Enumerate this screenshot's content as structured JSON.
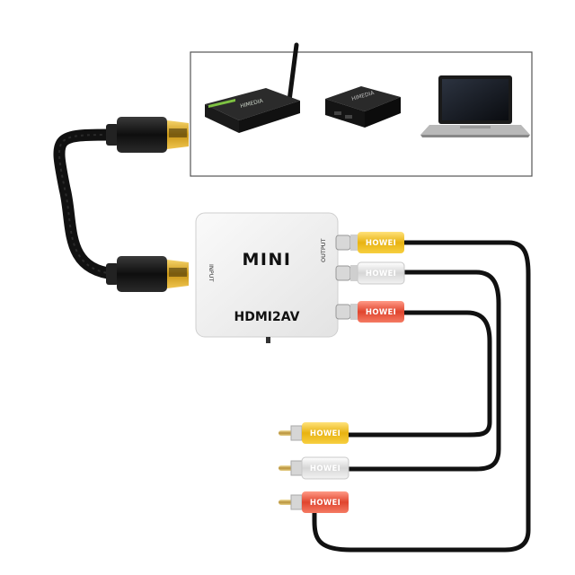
{
  "adapter": {
    "brand_label": "MINI",
    "model_label": "HDMI2AV",
    "input_port_label": "INPUT",
    "output_port_label": "OUTPUT"
  },
  "rca_brand": "HOWEI",
  "rca_plugs": [
    {
      "color": "yellow",
      "hex": "#f2c01e"
    },
    {
      "color": "white",
      "hex": "#eeeeee"
    },
    {
      "color": "red",
      "hex": "#e8543f"
    }
  ],
  "devices": [
    {
      "icon": "tv-box-antenna-icon",
      "label": "HIMEDIA"
    },
    {
      "icon": "media-player-box-icon",
      "label": "HIMEDIA"
    },
    {
      "icon": "laptop-icon",
      "label": ""
    }
  ],
  "colors": {
    "cable": "#1a1a1a",
    "hdmi_gold": "#d9a520",
    "adapter_body": "#f2f2f2"
  }
}
